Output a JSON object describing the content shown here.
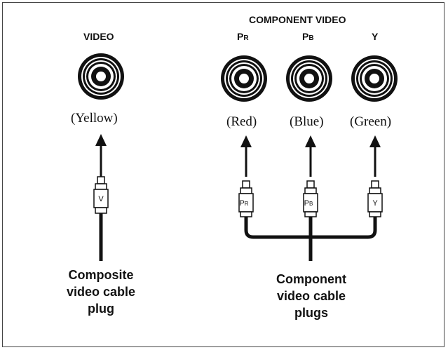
{
  "headers": {
    "video": "VIDEO",
    "component_video": "COMPONENT VIDEO"
  },
  "jack_labels": {
    "pr_main": "P",
    "pr_sub": "R",
    "pb_main": "P",
    "pb_sub": "B",
    "y": "Y"
  },
  "colors": {
    "yellow": "(Yellow)",
    "red": "(Red)",
    "blue": "(Blue)",
    "green": "(Green)"
  },
  "plugs": {
    "composite": "V",
    "pr_main": "P",
    "pr_sub": "R",
    "pb_main": "P",
    "pb_sub": "B",
    "y": "Y"
  },
  "captions": {
    "composite_line1": "Composite",
    "composite_line2": "video cable",
    "composite_line3": "plug",
    "component_line1": "Component",
    "component_line2": "video cable",
    "component_line3": "plugs"
  }
}
